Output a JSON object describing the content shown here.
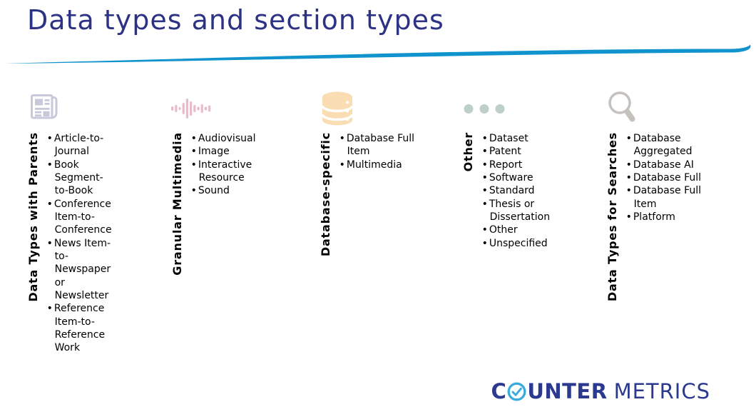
{
  "title": "Data types and section types",
  "accent": {
    "title_color": "#2D3384",
    "swoosh_color": "#1193CE",
    "logo_navy": "#2B3A8F",
    "logo_cyan": "#3BABDE"
  },
  "columns": [
    {
      "icon": "newspaper-icon",
      "icon_color": "#C7C9DB",
      "label": "Data Types with Parents",
      "items": [
        "Article-to-Journal",
        "Book Segment-to-Book",
        "Conference Item-to-Conference",
        "News Item-to-Newspaper or Newsletter",
        "Reference Item-to-Reference Work"
      ]
    },
    {
      "icon": "waveform-icon",
      "icon_color": "#E8BCC9",
      "label": "Granular Multimedia",
      "items": [
        "Audiovisual",
        "Image",
        "Interactive Resource",
        "Sound"
      ]
    },
    {
      "icon": "database-icon",
      "icon_color": "#FBDDB3",
      "label": "Database-specific",
      "items": [
        "Database Full Item",
        "Multimedia"
      ]
    },
    {
      "icon": "ellipsis-icon",
      "icon_color": "#BDCFC8",
      "label": "Other",
      "items": [
        "Dataset",
        "Patent",
        "Report",
        "Software",
        "Standard",
        "Thesis or Dissertation",
        "Other",
        "Unspecified"
      ]
    },
    {
      "icon": "magnifier-icon",
      "icon_color": "#C5C2BE",
      "label": "Data Types for Searches",
      "items": [
        "Database Aggregated",
        "Database AI",
        "Database Full",
        "Database Full Item",
        "Platform"
      ]
    }
  ],
  "logo": {
    "part1": "C",
    "o_icon": "check-circle-icon",
    "part2": "UNTER",
    "part3": "METRICS"
  }
}
